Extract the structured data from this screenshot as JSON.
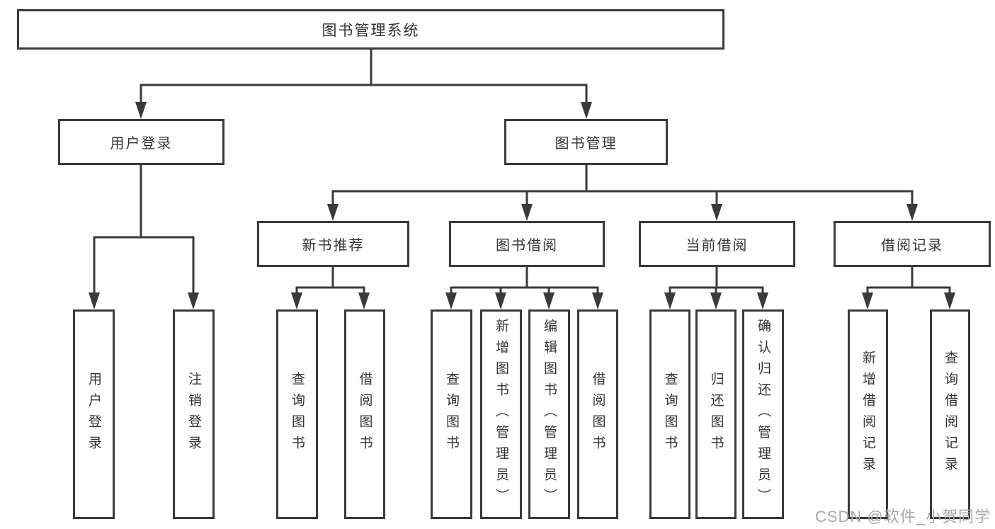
{
  "diagram": {
    "root": {
      "label": "图书管理系统"
    },
    "level2": [
      {
        "label": "用户登录"
      },
      {
        "label": "图书管理"
      }
    ],
    "level3": [
      {
        "label": "新书推荐"
      },
      {
        "label": "图书借阅"
      },
      {
        "label": "当前借阅"
      },
      {
        "label": "借阅记录"
      }
    ],
    "leaves": {
      "user_login": [
        "用户登录",
        "注销登录"
      ],
      "new_book": [
        "查询图书",
        "借阅图书"
      ],
      "book_borrow": [
        "查询图书",
        "新增图书（管理员）",
        "编辑图书（管理员）",
        "借阅图书"
      ],
      "current_borrow": [
        "查询图书",
        "归还图书",
        "确认归还（管理员）"
      ],
      "borrow_record": [
        "新增借阅记录",
        "查询借阅记录"
      ]
    }
  },
  "watermark": {
    "text": "CSDN @软件_小贺同学"
  },
  "colors": {
    "line": "#3a3a3a",
    "box_border": "#3a3a3a",
    "text": "#333333",
    "watermark": "#a9a9a9",
    "background": "#ffffff"
  }
}
